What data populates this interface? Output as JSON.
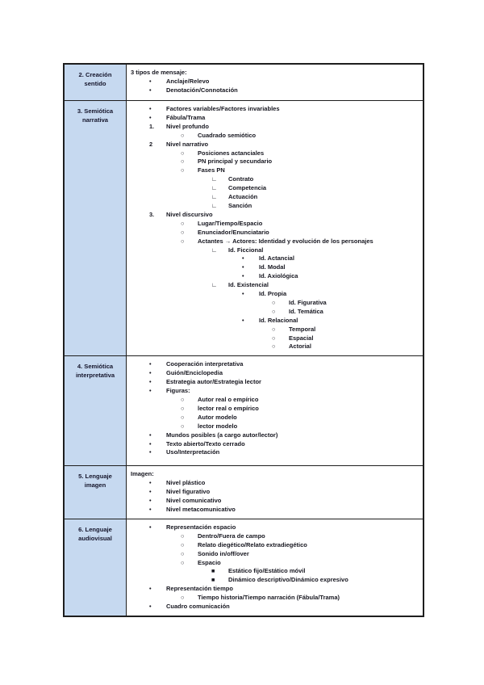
{
  "document": {
    "background": "#ffffff",
    "table": {
      "header_bg": "#c6d9f0",
      "border_color": "#1e1e1e",
      "text_color": "#16161f",
      "rows": [
        {
          "title": "2. Creación sentido",
          "items": [
            {
              "indent": 0,
              "marker": "",
              "text": "3 tipos de mensaje:"
            },
            {
              "indent": 1,
              "marker": "•",
              "text": "Anclaje/Relevo"
            },
            {
              "indent": 1,
              "marker": "•",
              "text": "Denotación/Connotación"
            }
          ]
        },
        {
          "title": "3. Semiótica narrativa",
          "items": [
            {
              "indent": 1,
              "marker": "•",
              "text": "Factores variables/Factores invariables"
            },
            {
              "indent": 1,
              "marker": "•",
              "text": "Fábula/Trama"
            },
            {
              "indent": 1,
              "marker": "1.",
              "text": "Nivel profundo"
            },
            {
              "indent": 2,
              "marker": "○",
              "text": "Cuadrado semiótico"
            },
            {
              "indent": 1,
              "marker": "2",
              "text": "Nivel narrativo"
            },
            {
              "indent": 2,
              "marker": "○",
              "text": "Posiciones actanciales"
            },
            {
              "indent": 2,
              "marker": "○",
              "text": "PN principal y secundario"
            },
            {
              "indent": 2,
              "marker": "○",
              "text": "Fases PN"
            },
            {
              "indent": 3,
              "marker": "∟",
              "text": "Contrato"
            },
            {
              "indent": 3,
              "marker": "∟",
              "text": "Competencia"
            },
            {
              "indent": 3,
              "marker": "∟",
              "text": "Actuación"
            },
            {
              "indent": 3,
              "marker": "∟",
              "text": "Sanción"
            },
            {
              "indent": 1,
              "marker": "3.",
              "text": "Nivel discursivo"
            },
            {
              "indent": 2,
              "marker": "○",
              "text": "Lugar/Tiempo/Espacio"
            },
            {
              "indent": 2,
              "marker": "○",
              "text": "Enunciador/Enunciatario"
            },
            {
              "indent": 2,
              "marker": "○",
              "text": "Actantes → Actores: Identidad y evolución de los personajes"
            },
            {
              "indent": 3,
              "marker": "∟",
              "text": "Id. Ficcional"
            },
            {
              "indent": 4,
              "marker": "•",
              "text": "Id. Actancial"
            },
            {
              "indent": 4,
              "marker": "•",
              "text": "Id. Modal"
            },
            {
              "indent": 4,
              "marker": "•",
              "text": "Id. Axiológica"
            },
            {
              "indent": 3,
              "marker": "∟",
              "text": "Id. Existencial"
            },
            {
              "indent": 4,
              "marker": "•",
              "text": "Id. Propia"
            },
            {
              "indent": 5,
              "marker": "○",
              "text": "Id. Figurativa"
            },
            {
              "indent": 5,
              "marker": "○",
              "text": "Id. Temática"
            },
            {
              "indent": 4,
              "marker": "•",
              "text": "Id. Relacional"
            },
            {
              "indent": 5,
              "marker": "○",
              "text": "Temporal"
            },
            {
              "indent": 5,
              "marker": "○",
              "text": "Espacial"
            },
            {
              "indent": 5,
              "marker": "○",
              "text": "Actorial"
            }
          ]
        },
        {
          "title": "4. Semiótica interpretativa",
          "items": [
            {
              "indent": 1,
              "marker": "•",
              "text": "Cooperación interpretativa"
            },
            {
              "indent": 1,
              "marker": "•",
              "text": "Guión/Enciclopedia"
            },
            {
              "indent": 1,
              "marker": "•",
              "text": "Estrategia autor/Estrategia lector"
            },
            {
              "indent": 1,
              "marker": "•",
              "text": "Figuras:"
            },
            {
              "indent": 2,
              "marker": "○",
              "text": "Autor real o empírico"
            },
            {
              "indent": 2,
              "marker": "○",
              "text": "lector real o empírico"
            },
            {
              "indent": 2,
              "marker": "○",
              "text": "Autor modelo"
            },
            {
              "indent": 2,
              "marker": "○",
              "text": "lector modelo"
            },
            {
              "indent": 1,
              "marker": "•",
              "text": "Mundos posibles (a cargo autor/lector)"
            },
            {
              "indent": 1,
              "marker": "•",
              "text": "Texto abierto/Texto cerrado"
            },
            {
              "indent": 1,
              "marker": "•",
              "text": "Uso/Interpretación"
            }
          ]
        },
        {
          "title": "5. Lenguaje imagen",
          "items": [
            {
              "indent": 0,
              "marker": "",
              "text": "Imagen:"
            },
            {
              "indent": 1,
              "marker": "•",
              "text": "Nivel plástico"
            },
            {
              "indent": 1,
              "marker": "•",
              "text": "Nivel figurativo"
            },
            {
              "indent": 1,
              "marker": "•",
              "text": "Nivel comunicativo"
            },
            {
              "indent": 1,
              "marker": "•",
              "text": "Nivel metacomunicativo"
            }
          ]
        },
        {
          "title": "6. Lenguaje audiovisual",
          "items": [
            {
              "indent": 1,
              "marker": "•",
              "text": "Representación espacio"
            },
            {
              "indent": 2,
              "marker": "○",
              "text": "Dentro/Fuera de campo"
            },
            {
              "indent": 2,
              "marker": "○",
              "text": "Relato diegético/Relato extradiegético"
            },
            {
              "indent": 2,
              "marker": "○",
              "text": "Sonido in/off/over"
            },
            {
              "indent": 2,
              "marker": "○",
              "text": "Espacio"
            },
            {
              "indent": 3,
              "marker": "■",
              "text": "Estático fijo/Estático móvil"
            },
            {
              "indent": 3,
              "marker": "■",
              "text": "Dinámico descriptivo/Dinámico expresivo"
            },
            {
              "indent": 1,
              "marker": "•",
              "text": "Representación tiempo"
            },
            {
              "indent": 2,
              "marker": "○",
              "text": "Tiempo historia/Tiempo narración (Fábula/Trama)"
            },
            {
              "indent": 1,
              "marker": "•",
              "text": "Cuadro comunicación"
            }
          ]
        }
      ]
    }
  }
}
